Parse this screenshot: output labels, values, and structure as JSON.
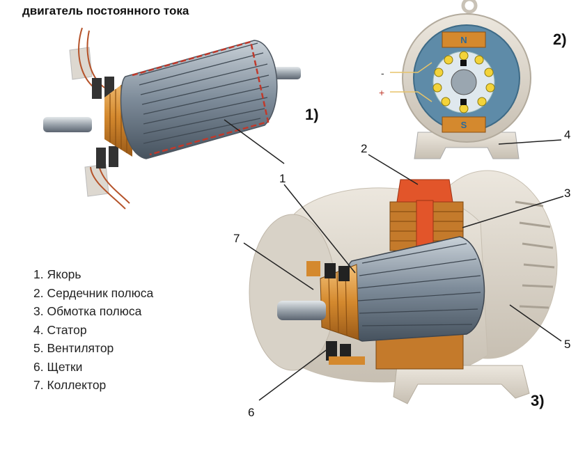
{
  "title": "двигатель постоянного тока",
  "figure_labels": {
    "fig1": "1)",
    "fig2": "2)",
    "fig3": "3)"
  },
  "callouts": {
    "c1": "1",
    "c2": "2",
    "c3": "3",
    "c4": "4",
    "c5": "5",
    "c6": "6",
    "c7": "7"
  },
  "stator_poles": {
    "north": "N",
    "south": "S"
  },
  "terminals": {
    "minus": "-",
    "plus": "+"
  },
  "legend": [
    "1. Якорь",
    "2. Сердечник полюса",
    "3. Обмотка полюса",
    "4. Статор",
    "5. Вентилятор",
    "6. Щетки",
    "7. Коллектор"
  ],
  "colors": {
    "copper": "#d4892e",
    "pole_core": "#e2552a",
    "armature_steel": "#7d8b99",
    "stator_body": "#d9d3c8",
    "cross_section_bg": "#5e8ba8",
    "leader": "#222222"
  }
}
